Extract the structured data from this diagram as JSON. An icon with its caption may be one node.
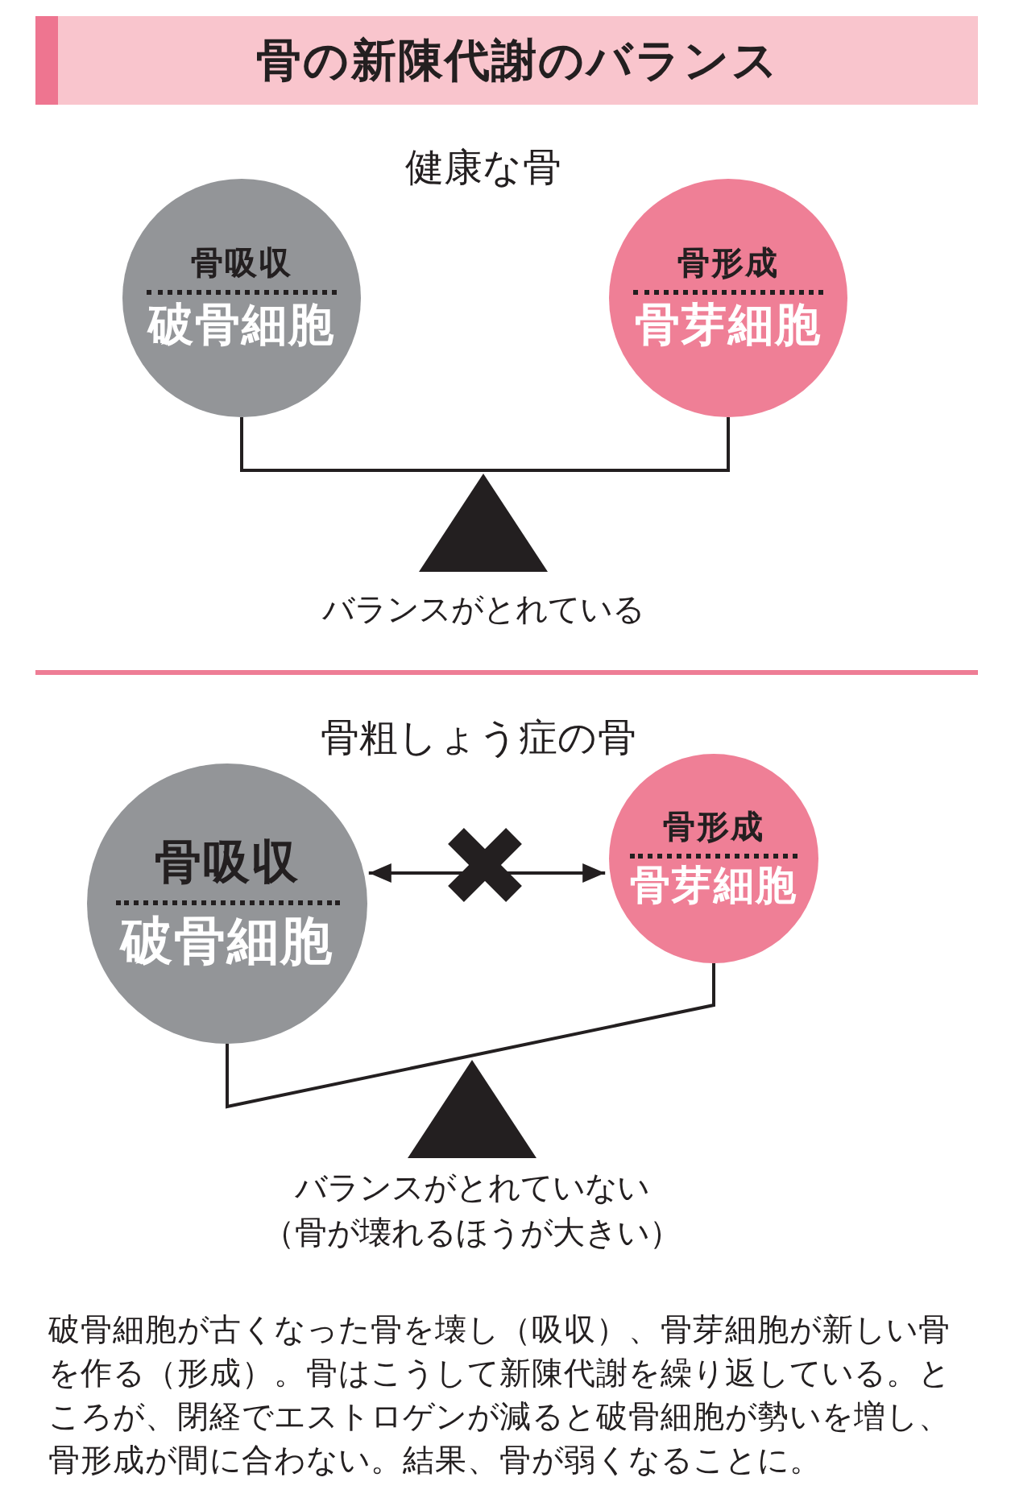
{
  "diagram": {
    "title": "骨の新陳代謝のバランス",
    "nodes": [
      {
        "text": [
          "骨吸収",
          "破骨細胞"
        ]
      },
      {
        "text": [
          "骨形成",
          "骨芽細胞"
        ]
      },
      {
        "text": [
          "骨吸収",
          "破骨細胞"
        ]
      },
      {
        "text": [
          "骨形成",
          "骨芽細胞"
        ]
      }
    ],
    "edges": [
      {
        "from": 0,
        "to": 1,
        "arrow": "none"
      },
      {
        "from": 2,
        "to": 3,
        "arrow": "both"
      },
      {
        "from": 2,
        "to": 3,
        "arrow": "none"
      }
    ],
    "labels": [
      "健康な骨",
      "バランスがとれている",
      "骨粗しょう症の骨",
      "バランスがとれていない",
      "（骨が壊れるほうが大きい）"
    ],
    "caption": "破骨細胞が古くなった骨を壊し（吸収）、骨芽細胞が新しい骨を作る（形成）。骨はこうして新陳代謝を繰り返している。ところが、閉経でエストロゲンが減ると破骨細胞が勢いを増し、骨形成が間に合わない。結果、骨が弱くなることに。"
  }
}
